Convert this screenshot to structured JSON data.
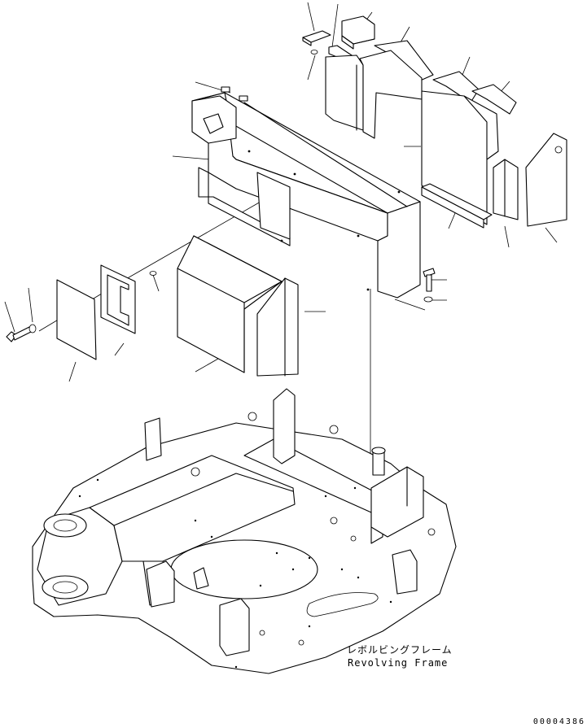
{
  "frame_label_jp": "レボルビングフレーム",
  "frame_label_en": "Revolving Frame",
  "doc_number": "00004386"
}
